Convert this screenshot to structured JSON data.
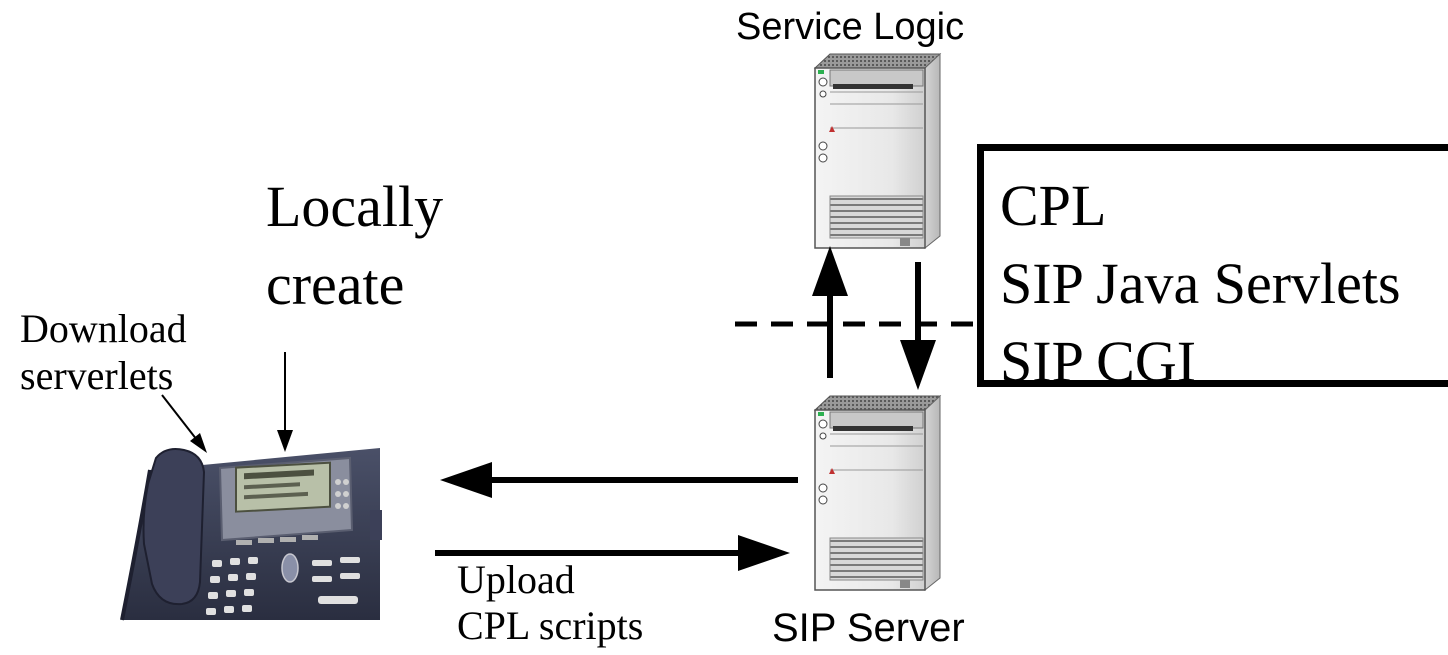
{
  "diagram": {
    "nodes": {
      "service_logic": "Service Logic",
      "sip_server": "SIP Server"
    },
    "locally_create": [
      "Locally",
      "create"
    ],
    "download_serverlets": [
      "Download",
      "serverlets"
    ],
    "upload_cpl_scripts": [
      "Upload",
      "CPL scripts"
    ],
    "service_technologies": [
      "CPL",
      "SIP Java Servlets",
      "SIP CGI"
    ]
  },
  "icons": [
    "server-tower-icon",
    "ip-phone-icon"
  ]
}
